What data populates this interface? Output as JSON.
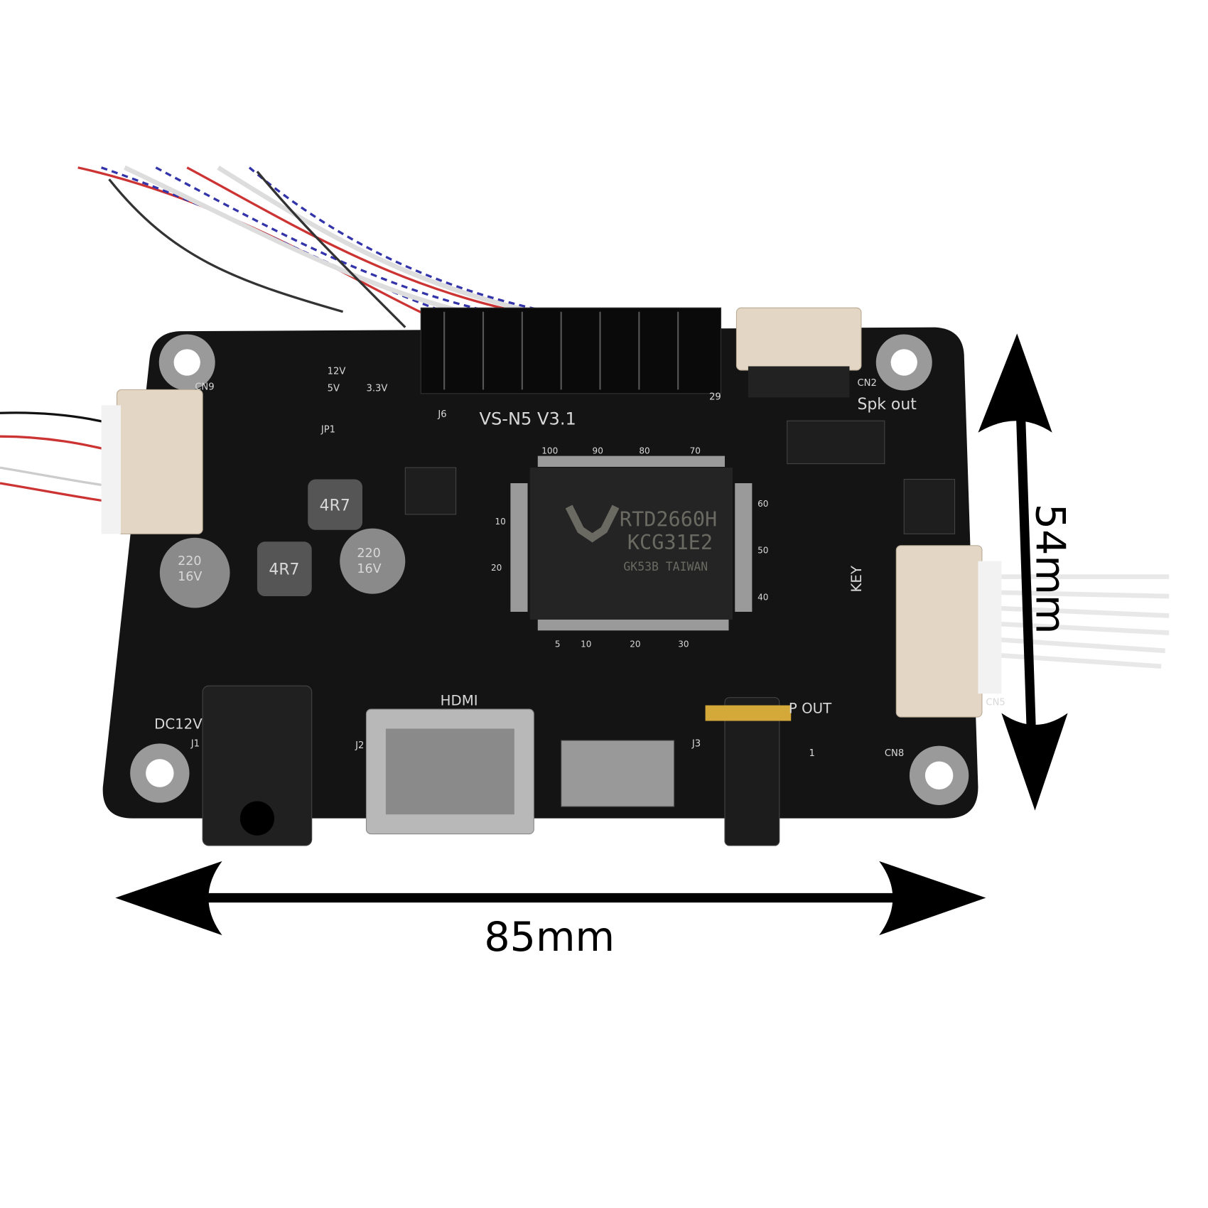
{
  "dimensions": {
    "width_label": "85mm",
    "height_label": "54mm"
  },
  "board": {
    "model": "VS-N5  V3.1",
    "chip": {
      "line1": "RTD2660H",
      "line2": "KCG31E2",
      "line3": "GK53B  TAIWAN"
    },
    "chip_pin_numbers": {
      "top": [
        "100",
        "90",
        "80",
        "70"
      ],
      "left": [
        "10",
        "20"
      ],
      "right": [
        "60",
        "50",
        "40"
      ],
      "bottom": [
        "5",
        "10",
        "20",
        "30"
      ]
    },
    "labels": {
      "spk_out": "Spk out",
      "hdmi": "HDMI",
      "dc12v": "DC12V",
      "p_out": "P OUT",
      "key": "KEY",
      "cn2": "CN2",
      "cn5": "CN5",
      "cn8": "CN8",
      "cn9": "CN9",
      "j1": "J1",
      "j2": "J2",
      "j3": "J3",
      "j6": "J6",
      "jp1": "JP1",
      "v12": "12V",
      "v5": "5V",
      "v33": "3.3V",
      "pin29": "29",
      "pin1": "1"
    },
    "capacitors": [
      {
        "value": "220",
        "voltage": "16V"
      },
      {
        "value": "220",
        "voltage": "16V"
      }
    ],
    "inductors": [
      "4R7",
      "4R7"
    ]
  },
  "colors": {
    "board": "#141414",
    "connector": "#e3d6c4",
    "silkscreen": "#d8d8d8",
    "arrow": "#000000"
  }
}
